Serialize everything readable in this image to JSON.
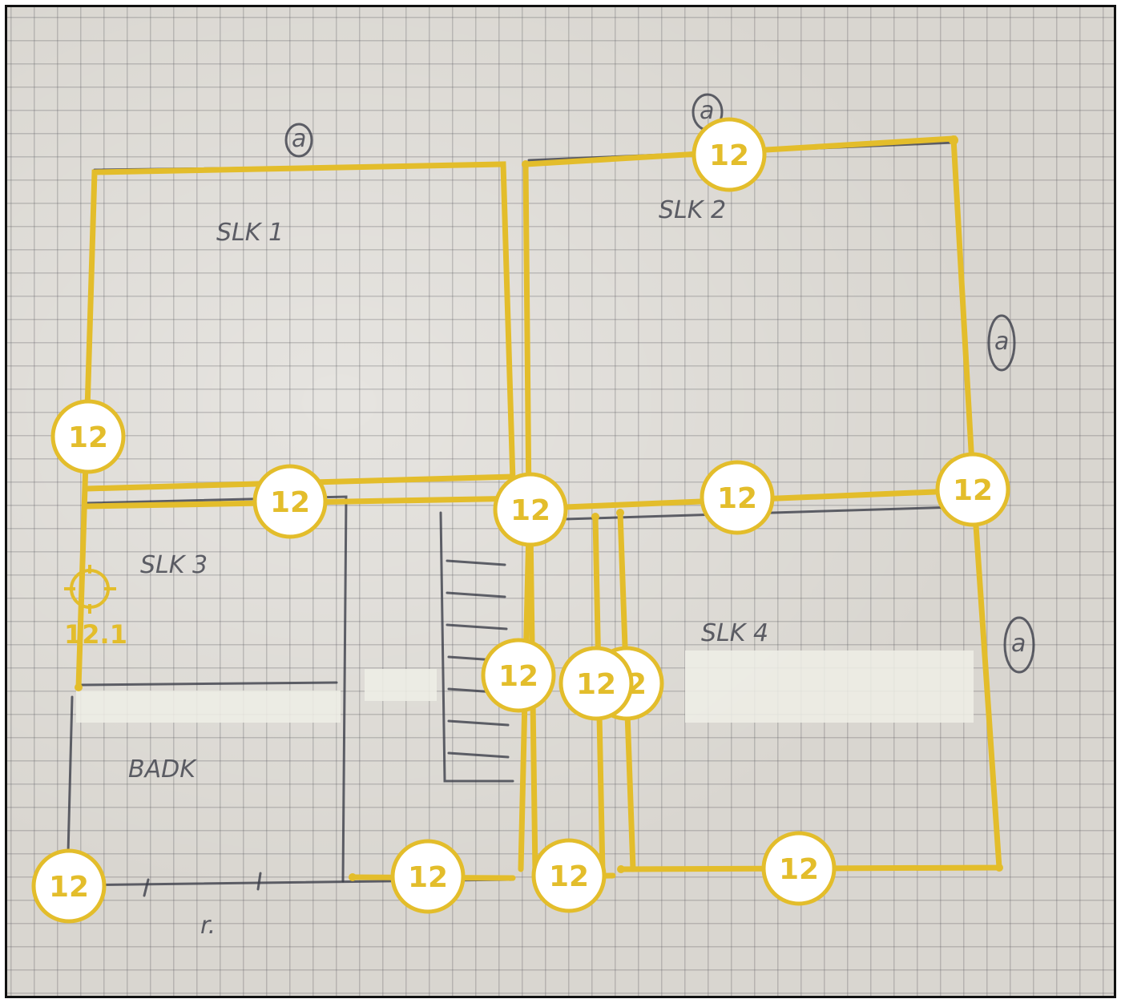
{
  "colors": {
    "wall": "#e3bd2b",
    "badge_fill": "#ffffff",
    "paper": "#d9d6d0",
    "pencil": "#3b3d48"
  },
  "sketch": {
    "labels": [
      "SLK 1",
      "SLK 2",
      "SLK 3",
      "SLK 4",
      "BADK"
    ],
    "circled_marks": [
      "a",
      "a",
      "a",
      "a"
    ],
    "misc_marks": [
      "r."
    ]
  },
  "cursor": {
    "icon": "crosshair-icon",
    "label": "12.1"
  },
  "walls": [
    {
      "id": "w1",
      "label": "12"
    },
    {
      "id": "w2",
      "label": "12"
    },
    {
      "id": "w3",
      "label": "12"
    },
    {
      "id": "w4",
      "label": "12"
    },
    {
      "id": "w5",
      "label": "12"
    },
    {
      "id": "w6",
      "label": "12"
    },
    {
      "id": "w7",
      "label": "12"
    },
    {
      "id": "w8",
      "label": "12"
    },
    {
      "id": "w9",
      "label": "12"
    },
    {
      "id": "w10",
      "label": "12"
    },
    {
      "id": "w11",
      "label": "12"
    },
    {
      "id": "w12",
      "label": "12"
    },
    {
      "id": "w13",
      "label": "12"
    },
    {
      "id": "w14",
      "label": "12"
    }
  ]
}
